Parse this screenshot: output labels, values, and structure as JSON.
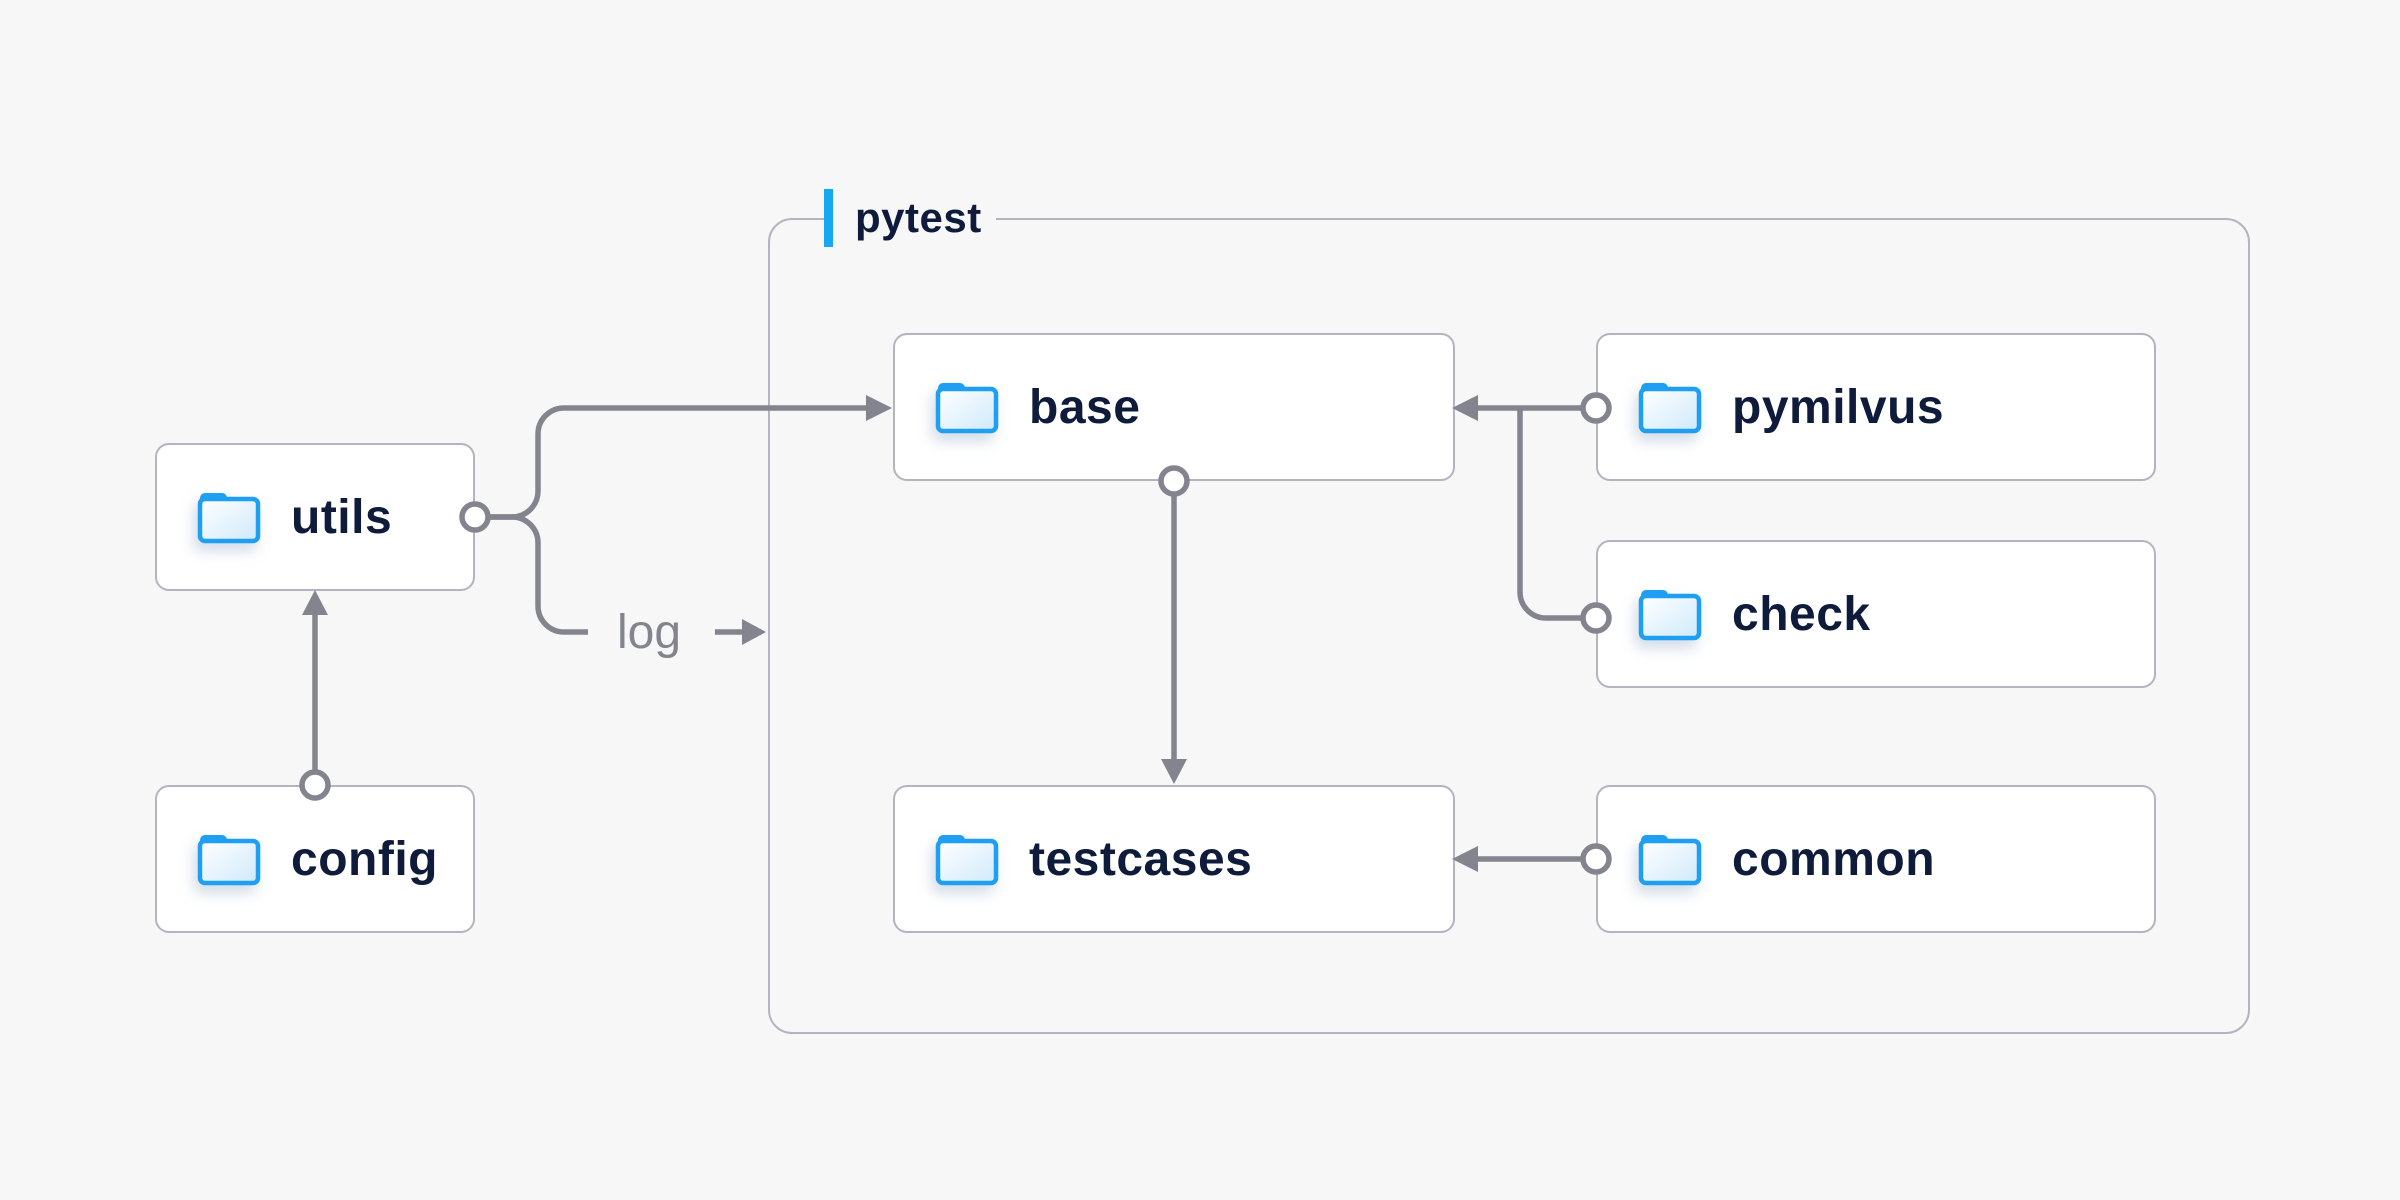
{
  "diagram": {
    "container": {
      "title": "pytest",
      "accent_color": "#16a8f0"
    },
    "nodes": {
      "utils": {
        "label": "utils"
      },
      "config": {
        "label": "config"
      },
      "base": {
        "label": "base"
      },
      "testcases": {
        "label": "testcases"
      },
      "pymilvus": {
        "label": "pymilvus"
      },
      "check": {
        "label": "check"
      },
      "common": {
        "label": "common"
      }
    },
    "edges": [
      {
        "from": "utils",
        "to": "base",
        "label": ""
      },
      {
        "from": "utils",
        "to": "pytest",
        "label": "log"
      },
      {
        "from": "config",
        "to": "utils",
        "label": ""
      },
      {
        "from": "pymilvus",
        "to": "base",
        "label": ""
      },
      {
        "from": "check",
        "to": "base",
        "label": ""
      },
      {
        "from": "base",
        "to": "testcases",
        "label": ""
      },
      {
        "from": "common",
        "to": "testcases",
        "label": ""
      }
    ],
    "log_label": "log",
    "colors": {
      "background": "#f7f7f8",
      "node_background": "#ffffff",
      "node_border": "#b4b4c1",
      "container_border": "#b4b4c1",
      "connector_gray": "#84848f",
      "text_navy": "#0e1b3a",
      "folder_blue": "#1e9ff2",
      "accent_blue": "#16a8f0"
    }
  }
}
